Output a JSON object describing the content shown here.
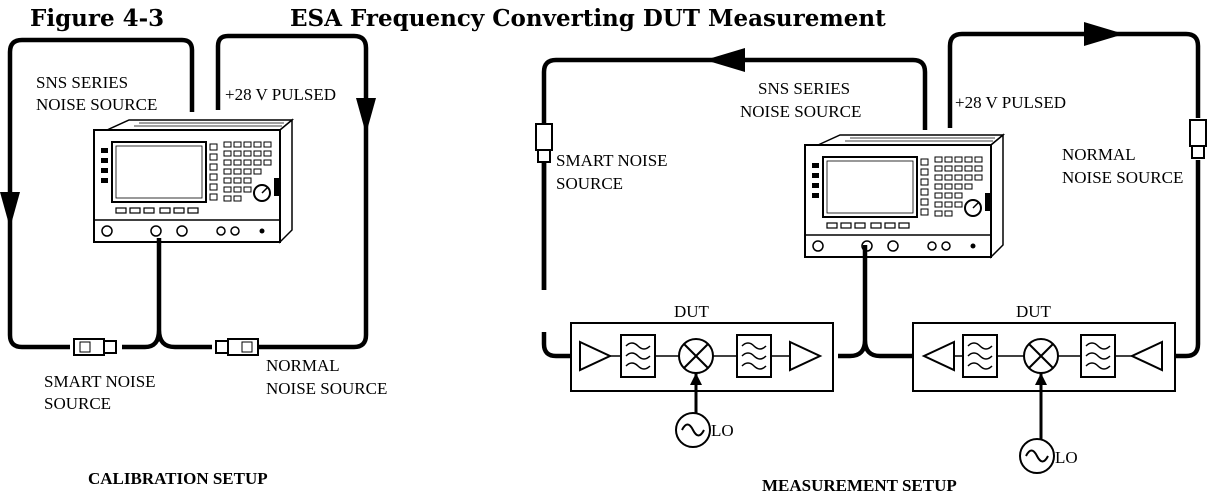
{
  "figure": {
    "number": "Figure 4-3",
    "title": "ESA Frequency Converting DUT Measurement"
  },
  "calibration": {
    "caption": "CALIBRATION SETUP",
    "sns_series_line1": "SNS SERIES",
    "sns_series_line2": "NOISE SOURCE",
    "pulsed": "+28 V PULSED",
    "smart_line1": "SMART NOISE",
    "smart_line2": "SOURCE",
    "normal_line1": "NORMAL",
    "normal_line2": "NOISE SOURCE"
  },
  "measurement": {
    "caption": "MEASUREMENT SETUP",
    "sns_series_line1": "SNS SERIES",
    "sns_series_line2": "NOISE SOURCE",
    "pulsed": "+28 V PULSED",
    "smart_line1": "SMART NOISE",
    "smart_line2": "SOURCE",
    "normal_line1": "NORMAL",
    "normal_line2": "NOISE SOURCE",
    "dut_left": "DUT",
    "dut_right": "DUT",
    "lo_left": "LO",
    "lo_right": "LO"
  },
  "icons": [
    "spectrum-analyzer-icon",
    "noise-source-icon",
    "amplifier-icon",
    "bandpass-filter-icon",
    "mixer-icon",
    "local-oscillator-icon",
    "arrow-icon"
  ]
}
